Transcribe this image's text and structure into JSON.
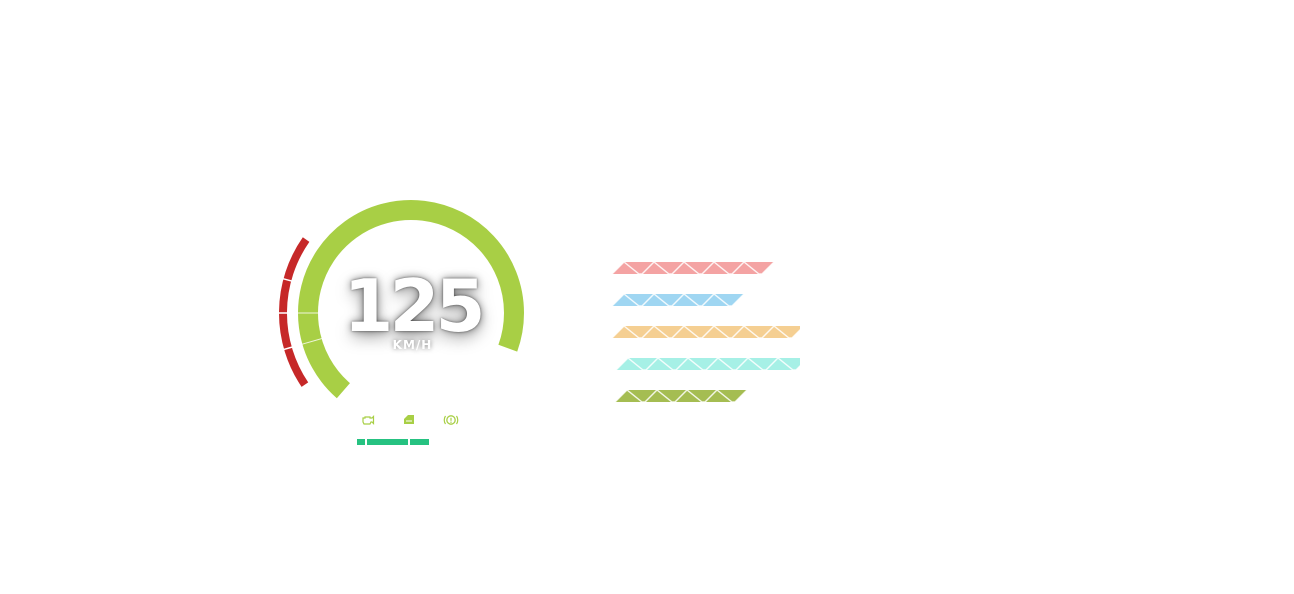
{
  "speedometer": {
    "speed": "125",
    "unit": "KM/H",
    "speed_fraction": 0.78,
    "gauge_color": "#a8cf45",
    "warning_color": "#c62828"
  },
  "indicators": [
    {
      "icon": "engine-icon",
      "color": "#a8cf45"
    },
    {
      "icon": "car-door-icon",
      "color": "#a8cf45"
    },
    {
      "icon": "brake-warning-icon",
      "color": "#a8cf45"
    }
  ],
  "status_bar": {
    "color": "#26c281",
    "segments": 3
  },
  "level_bars": [
    {
      "color": "#f4a3a3",
      "level": 5
    },
    {
      "color": "#9fd6f2",
      "level": 4
    },
    {
      "color": "#f5cf92",
      "level": 6
    },
    {
      "color": "#a6f0e6",
      "level": 6
    },
    {
      "color": "#a5bd52",
      "level": 4
    }
  ]
}
